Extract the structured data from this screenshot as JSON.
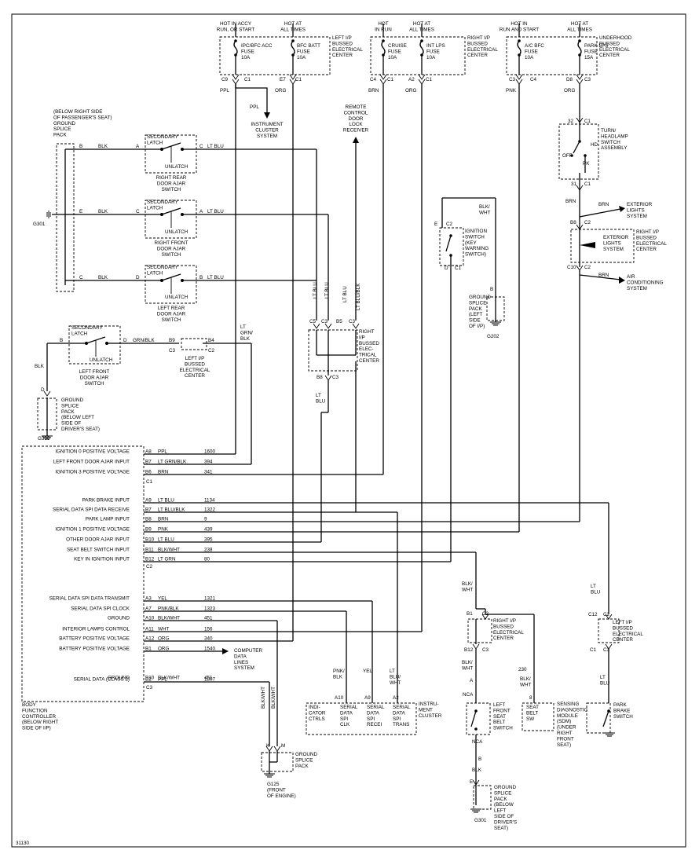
{
  "labels": [
    {
      "key": "fuseblk1_hot1",
      "t": "HOT IN ACCY\nRUN, OR START"
    },
    {
      "key": "fuseblk1_hot2",
      "t": "HOT AT\nALL TIMES"
    },
    {
      "key": "fuseblk1_name",
      "t": "LEFT I/P\nBUSSED\nELECTRICAL\nCENTER"
    },
    {
      "key": "fuse_ipc",
      "t": "IPC/BFC ACC\nFUSE\n10A"
    },
    {
      "key": "fuse_bfcbatt",
      "t": "BFC BATT\nFUSE\n10A"
    },
    {
      "key": "fuseblk2_hot1",
      "t": "HOT\nIN RUN"
    },
    {
      "key": "fuseblk2_hot2",
      "t": "HOT AT\nALL TIMES"
    },
    {
      "key": "fuseblk2_name",
      "t": "RIGHT I/P\nBUSSED\nELECTRICAL\nCENTER"
    },
    {
      "key": "fuse_cruise",
      "t": "CRUISE\nFUSE\n10A"
    },
    {
      "key": "fuse_intlps",
      "t": "INT LPS\nFUSE\n10A"
    },
    {
      "key": "fuseblk3_hot1",
      "t": "HOT IN\nRUN AND START"
    },
    {
      "key": "fuseblk3_hot2",
      "t": "HOT AT\nALL TIMES"
    },
    {
      "key": "fuseblk3_name",
      "t": "UNDERHOOD\nBUSSED\nELECTRICAL\nCENTER"
    },
    {
      "key": "fuse_acbfc",
      "t": "A/C BFC\nFUSE\n10A"
    },
    {
      "key": "fuse_parklps",
      "t": "PARK LPS\nFUSE\n15A"
    },
    {
      "key": "c9",
      "t": "C9"
    },
    {
      "key": "c9c1",
      "t": "C1"
    },
    {
      "key": "e7",
      "t": "E7"
    },
    {
      "key": "e7c1",
      "t": "C1"
    },
    {
      "key": "c4",
      "t": "C4"
    },
    {
      "key": "c4c1",
      "t": "C1"
    },
    {
      "key": "a2",
      "t": "A2"
    },
    {
      "key": "a2c1",
      "t": "C1"
    },
    {
      "key": "c3",
      "t": "C3"
    },
    {
      "key": "c3c4",
      "t": "C4"
    },
    {
      "key": "d8",
      "t": "D8"
    },
    {
      "key": "d8c3",
      "t": "C3"
    },
    {
      "key": "w_ppl",
      "t": "PPL"
    },
    {
      "key": "w_org1",
      "t": "ORG"
    },
    {
      "key": "w_brn1",
      "t": "BRN"
    },
    {
      "key": "w_org2",
      "t": "ORG"
    },
    {
      "key": "w_pnk1",
      "t": "PNK"
    },
    {
      "key": "w_org3",
      "t": "ORG"
    },
    {
      "key": "w_ppl2",
      "t": "PPL"
    },
    {
      "key": "instr_cluster_sys",
      "t": "INSTRUMENT\nCLUSTER\nSYSTEM"
    },
    {
      "key": "remote_door",
      "t": "REMOTE\nCONTROL\nDOOR\nLOCK\nRECEIVER"
    },
    {
      "key": "gsp1",
      "t": "(BELOW RIGHT SIDE\nOF PASSENGER'S SEAT)\nGROUND\nSPLICE\nPACK"
    },
    {
      "key": "g301_left",
      "t": "G301"
    },
    {
      "key": "rr_b",
      "t": "B"
    },
    {
      "key": "rr_blk",
      "t": "BLK"
    },
    {
      "key": "rr_a",
      "t": "A"
    },
    {
      "key": "rr_c",
      "t": "C"
    },
    {
      "key": "rr_ltblu",
      "t": "LT BLU"
    },
    {
      "key": "rr_sl",
      "t": "SECONDARY\nLATCH"
    },
    {
      "key": "rr_un",
      "t": "UNLATCH"
    },
    {
      "key": "rr_name",
      "t": "RIGHT REAR\nDOOR AJAR\nSWITCH"
    },
    {
      "key": "rf_e",
      "t": "E"
    },
    {
      "key": "rf_blk",
      "t": "BLK"
    },
    {
      "key": "rf_c",
      "t": "C"
    },
    {
      "key": "rf_a",
      "t": "A"
    },
    {
      "key": "rf_ltblu",
      "t": "LT BLU"
    },
    {
      "key": "rf_sl",
      "t": "SECONDARY\nLATCH"
    },
    {
      "key": "rf_un",
      "t": "UNLATCH"
    },
    {
      "key": "rf_name",
      "t": "RIGHT FRONT\nDOOR AJAR\nSWITCH"
    },
    {
      "key": "lr_c",
      "t": "C"
    },
    {
      "key": "lr_blk",
      "t": "BLK"
    },
    {
      "key": "lr_d",
      "t": "D"
    },
    {
      "key": "lr_b",
      "t": "B"
    },
    {
      "key": "lr_ltblu",
      "t": "LT BLU"
    },
    {
      "key": "lr_sl",
      "t": "SECONDARY\nLATCH"
    },
    {
      "key": "lr_un",
      "t": "UNLATCH"
    },
    {
      "key": "lr_name",
      "t": "LEFT REAR\nDOOR AJAR\nSWITCH"
    },
    {
      "key": "lf_b",
      "t": "B"
    },
    {
      "key": "lf_d",
      "t": "D"
    },
    {
      "key": "lf_wire",
      "t": "GRN/BLK"
    },
    {
      "key": "lf_b9",
      "t": "B9"
    },
    {
      "key": "lf_b4",
      "t": "B4"
    },
    {
      "key": "lf_c3",
      "t": "C3"
    },
    {
      "key": "lf_c2",
      "t": "C2"
    },
    {
      "key": "lf_sl",
      "t": "SECONDARY\nLATCH"
    },
    {
      "key": "lf_un",
      "t": "UNLATCH"
    },
    {
      "key": "lf_name",
      "t": "LEFT FRONT\nDOOR AJAR\nSWITCH"
    },
    {
      "key": "lf_lip",
      "t": "LEFT I/P\nBUSSED\nELECTRICAL\nCENTER"
    },
    {
      "key": "lf_blk",
      "t": "BLK"
    },
    {
      "key": "lf_dd",
      "t": "D"
    },
    {
      "key": "lt_grn_blk",
      "t": "LT\nGRN/\nBLK"
    },
    {
      "key": "gsp2",
      "t": "GROUND\nSPLICE\nPACK\n(BELOW LEFT\nSIDE OF\nDRIVER'S SEAT)"
    },
    {
      "key": "g300",
      "t": "G300"
    },
    {
      "key": "mid_ltblu1",
      "t": "LT BLU"
    },
    {
      "key": "mid_ltblu2",
      "t": "LT BLU"
    },
    {
      "key": "mid_ltblu3",
      "t": "LT BLU"
    },
    {
      "key": "mid_ltblublk",
      "t": "LT BLU/BLK"
    },
    {
      "key": "mid_c5",
      "t": "C5"
    },
    {
      "key": "mid_c3a",
      "t": "C3"
    },
    {
      "key": "mid_b5",
      "t": "B5"
    },
    {
      "key": "mid_c3b",
      "t": "C3"
    },
    {
      "key": "mid_b8",
      "t": "B8"
    },
    {
      "key": "mid_c3c",
      "t": "C3"
    },
    {
      "key": "mid_name",
      "t": "RIGHT\nI/P\nBUSSED\nELEC-\nTRICAL\nCENTER"
    },
    {
      "key": "mid_ltblu_down",
      "t": "LT\nBLU"
    },
    {
      "key": "ign_blkwht",
      "t": "BLK/\nWHT"
    },
    {
      "key": "ign_e",
      "t": "E"
    },
    {
      "key": "ign_c2",
      "t": "C2"
    },
    {
      "key": "ign_d",
      "t": "D"
    },
    {
      "key": "ign_c1",
      "t": "C1"
    },
    {
      "key": "ign_name",
      "t": "IGNITION\nSWITCH\n(KEY\nWARNING\nSWITCH)"
    },
    {
      "key": "gsp3_b",
      "t": "B"
    },
    {
      "key": "gsp3",
      "t": "GROUND\nSPLICE\nPACK\n(LEFT\nSIDE\nOF I/P)"
    },
    {
      "key": "g202",
      "t": "G202"
    },
    {
      "key": "turn_32",
      "t": "32"
    },
    {
      "key": "turn_c1a",
      "t": "C1"
    },
    {
      "key": "turn_31",
      "t": "31"
    },
    {
      "key": "turn_c1b",
      "t": "C1"
    },
    {
      "key": "turn_off",
      "t": "OFF"
    },
    {
      "key": "turn_hd",
      "t": "HD"
    },
    {
      "key": "turn_pk",
      "t": "PK"
    },
    {
      "key": "turn_name",
      "t": "TURN/\nHEADLAMP\nSWITCH\nASSEMBLY"
    },
    {
      "key": "turn_brn",
      "t": "BRN"
    },
    {
      "key": "ext_b8",
      "t": "B8"
    },
    {
      "key": "ext_c2",
      "t": "C2"
    },
    {
      "key": "ext_brn",
      "t": "BRN"
    },
    {
      "key": "ext_sys",
      "t": "EXTERIOR\nLIGHTS\nSYSTEM"
    },
    {
      "key": "ext_center",
      "t": "EXTERIOR\nLIGHTS\nSYSTEM"
    },
    {
      "key": "ext_rip",
      "t": "RIGHT I/P\nBUSSED\nELECTRICAL\nCENTER"
    },
    {
      "key": "ext_c10",
      "t": "C10"
    },
    {
      "key": "ext_c2b",
      "t": "C2"
    },
    {
      "key": "ext_brn2",
      "t": "BRN"
    },
    {
      "key": "air_sys",
      "t": "AIR\nCONDITIONING\nSYSTEM"
    },
    {
      "key": "bfc_name",
      "t": "BODY\nFUNCTION\nCONTROLLER\n(BELOW RIGHT\nSIDE OF I/P)"
    },
    {
      "key": "c1_lab",
      "t": "C1"
    },
    {
      "key": "c2_lab",
      "t": "C2"
    },
    {
      "key": "c3_lab",
      "t": "C3"
    },
    {
      "key": "comp_data",
      "t": "COMPUTER\nDATA\nLINES\nSYSTEM"
    },
    {
      "key": "ic_pnkblk",
      "t": "PNK/\nBLK"
    },
    {
      "key": "ic_yel",
      "t": "YEL"
    },
    {
      "key": "ic_ltbluwht",
      "t": "LT\nBLU/\nWHT"
    },
    {
      "key": "ic_a10",
      "t": "A10"
    },
    {
      "key": "ic_a9",
      "t": "A9"
    },
    {
      "key": "ic_a2",
      "t": "A2"
    },
    {
      "key": "ic_indi",
      "t": "INDI-\nCATOR\nCTRLS"
    },
    {
      "key": "ic_clk",
      "t": "SERIAL\nDATA\nSPI\nCLK"
    },
    {
      "key": "ic_recei",
      "t": "SERIAL\nDATA\nSPI\nRECEI"
    },
    {
      "key": "ic_trans",
      "t": "SERIAL\nDATA\nSPI\nTRANS"
    },
    {
      "key": "ic_name",
      "t": "INSTRU-\nMENT\nCLUSTER"
    },
    {
      "key": "g125_k",
      "t": "K"
    },
    {
      "key": "g125_m",
      "t": "M"
    },
    {
      "key": "g125_w1",
      "t": "BLK/WHT"
    },
    {
      "key": "g125_w2",
      "t": "BLK/WHT"
    },
    {
      "key": "g125_name",
      "t": "GROUND\nSPLICE\nPACK"
    },
    {
      "key": "g125",
      "t": "G125\n(FRONT\nOF ENGINE)"
    },
    {
      "key": "sb_blkwht",
      "t": "BLK/\nWHT"
    },
    {
      "key": "sb_b1",
      "t": "B1"
    },
    {
      "key": "sb_c2",
      "t": "C2"
    },
    {
      "key": "sb_rip",
      "t": "RIGHT I/P\nBUSSED\nELECTRICAL\nCENTER"
    },
    {
      "key": "sb_b12",
      "t": "B12"
    },
    {
      "key": "sb_c3",
      "t": "C3"
    },
    {
      "key": "sb_blkwht2",
      "t": "BLK/\nWHT"
    },
    {
      "key": "sb_a",
      "t": "A"
    },
    {
      "key": "sb_nca1",
      "t": "NCA"
    },
    {
      "key": "sb_nca2",
      "t": "NCA"
    },
    {
      "key": "sb_name",
      "t": "LEFT\nFRONT\nSEAT\nBELT\nSWITCH"
    },
    {
      "key": "sb_b",
      "t": "B"
    },
    {
      "key": "sb_blk",
      "t": "BLK"
    },
    {
      "key": "sb_e",
      "t": "E"
    },
    {
      "key": "gsp4",
      "t": "GROUND\nSPLICE\nPACK\n(BELOW\nLEFT\nSIDE OF\nDRIVER'S\nSEAT)"
    },
    {
      "key": "g301_b",
      "t": "G301"
    },
    {
      "key": "sdm_230",
      "t": "230"
    },
    {
      "key": "sdm_w",
      "t": "BLK/\nWHT"
    },
    {
      "key": "sdm_8",
      "t": "8"
    },
    {
      "key": "sdm_box",
      "t": "SEAT\nBELT\nSW"
    },
    {
      "key": "sdm_name",
      "t": "SENSING\nDIAGNOSTIC\nMODULE\n(SDM)\n(UNDER\nRIGHT\nFRONT\nSEAT)"
    },
    {
      "key": "pb_ltblu",
      "t": "LT\nBLU"
    },
    {
      "key": "pb_c12",
      "t": "C12"
    },
    {
      "key": "pb_c2",
      "t": "C2"
    },
    {
      "key": "pb_lip",
      "t": "LEFT I/P\nBUSSED\nELECTRICAL\nCENTER"
    },
    {
      "key": "pb_c1",
      "t": "C1"
    },
    {
      "key": "pb_c3",
      "t": "C3"
    },
    {
      "key": "pb_ltblu2",
      "t": "LT\nBLU"
    },
    {
      "key": "pb_name",
      "t": "PARK\nBRAKE\nSWITCH"
    },
    {
      "key": "fig_id",
      "t": "31130"
    }
  ],
  "bfc_rows": [
    {
      "label": "IGNITION 0 POSITIVE VOLTAGE",
      "pin": "A8",
      "color": "PPL",
      "circuit": "1600"
    },
    {
      "label": "LEFT FRONT DOOR AJAR INPUT",
      "pin": "B7",
      "color": "LT GRN/BLK",
      "circuit": "394"
    },
    {
      "label": "IGNITION 3 POSITIVE VOLTAGE",
      "pin": "B6",
      "color": "BRN",
      "circuit": "341"
    },
    {
      "label": "PARK BRAKE INPUT",
      "pin": "A9",
      "color": "LT BLU",
      "circuit": "1134"
    },
    {
      "label": "SERIAL DATA SPI DATA RECEIVE",
      "pin": "B7",
      "color": "LT BLU/BLK",
      "circuit": "1322"
    },
    {
      "label": "PARK LAMP INPUT",
      "pin": "B8",
      "color": "BRN",
      "circuit": "9"
    },
    {
      "label": "IGNITION 1 POSITIVE VOLTAGE",
      "pin": "B9",
      "color": "PNK",
      "circuit": "439"
    },
    {
      "label": "OTHER DOOR AJAR INPUT",
      "pin": "B10",
      "color": "LT BLU",
      "circuit": "395"
    },
    {
      "label": "SEAT BELT SWITCH INPUT",
      "pin": "B11",
      "color": "BLK/WHT",
      "circuit": "238"
    },
    {
      "label": "KEY IN IGNITION INPUT",
      "pin": "B12",
      "color": "LT GRN",
      "circuit": "80"
    },
    {
      "label": "SERIAL DATA SPI DATA TRANSMIT",
      "pin": "A3",
      "color": "YEL",
      "circuit": "1321"
    },
    {
      "label": "SERIAL DATA SPI CLOCK",
      "pin": "A7",
      "color": "PNK/BLK",
      "circuit": "1323"
    },
    {
      "label": "GROUND",
      "pin": "A10",
      "color": "BLK/WHT",
      "circuit": "451"
    },
    {
      "label": "INTERIOR LAMPS CONTROL",
      "pin": "A11",
      "color": "WHT",
      "circuit": "156"
    },
    {
      "label": "BATTERY POSITIVE VOLTAGE",
      "pin": "A12",
      "color": "ORG",
      "circuit": "340"
    },
    {
      "label": "BATTERY POSITIVE VOLTAGE",
      "pin": "B1",
      "color": "ORG",
      "circuit": "1540"
    },
    {
      "label": "SERIAL DATA (CLASS 2)",
      "pin": "B2",
      "color": "PPL",
      "circuit": "1807"
    },
    {
      "label": "GROUND",
      "pin": "B10",
      "color": "BLK/WHT",
      "circuit": "451"
    }
  ]
}
